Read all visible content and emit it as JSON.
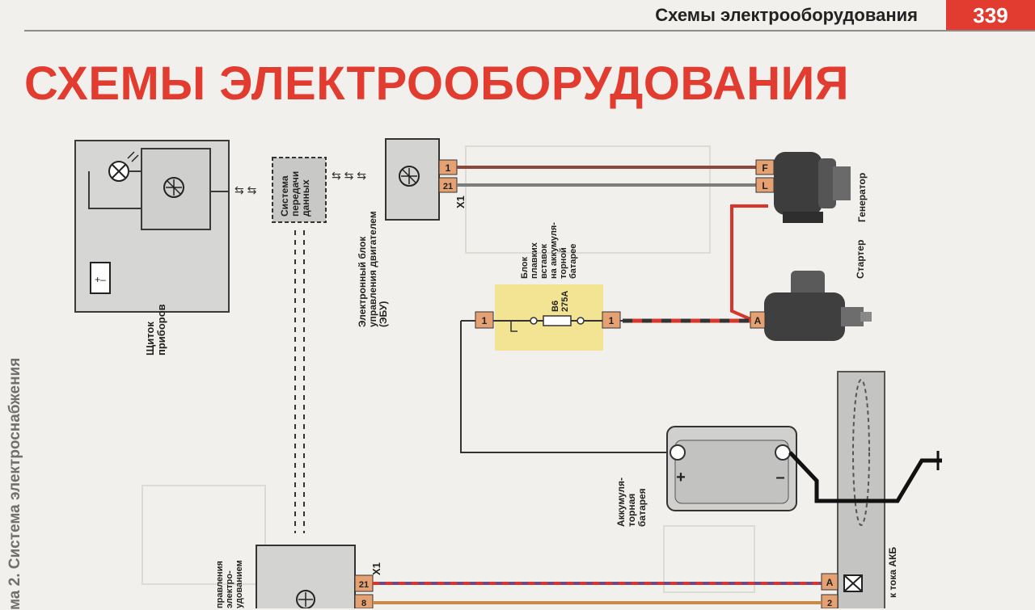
{
  "header": {
    "title": "Схемы электрооборудования",
    "page_number": "339"
  },
  "main_title": "СХЕМЫ ЭЛЕКТРООБОРУДОВАНИЯ",
  "side_caption": "ма 2. Система электроснабжения",
  "labels": {
    "panel": [
      "Щиток",
      "приборов"
    ],
    "data_system": [
      "Система",
      "передачи",
      "данных"
    ],
    "ecu": [
      "Электронный блок",
      "управления двигателем",
      "(ЭБУ)"
    ],
    "generator": "Генератор",
    "starter": "Стартер",
    "fuse_block": [
      "Блок",
      "плавких",
      "вставок",
      "на аккумуля-",
      "торной",
      "батарее"
    ],
    "fuse": [
      "В6",
      "275А"
    ],
    "battery": [
      "Аккумуля-",
      "торная",
      "батарея"
    ],
    "sensor": "к тока АКБ",
    "ecu2": [
      "правления",
      "электро-",
      "удованием"
    ]
  },
  "connectors": {
    "ecu_pin_top": "1",
    "ecu_pin_bottom": "21",
    "ecu_x": "X1",
    "gen_f": "F",
    "gen_l": "L",
    "fuse_left": "1",
    "fuse_right": "1",
    "starter_a": "A",
    "ecu2_pin_a": "21",
    "ecu2_pin_b": "8",
    "ecu2_x": "X1",
    "sensor_a": "A",
    "sensor_b": "2"
  },
  "battery_terminals": {
    "plus": "+",
    "minus": "–"
  },
  "colors": {
    "accent": "#e23b2f",
    "fuse_highlight": "#f2e28a",
    "wire_red": "#d8362a",
    "wire_brown": "#8a4a3a",
    "wire_gray": "#7d7d7d"
  }
}
